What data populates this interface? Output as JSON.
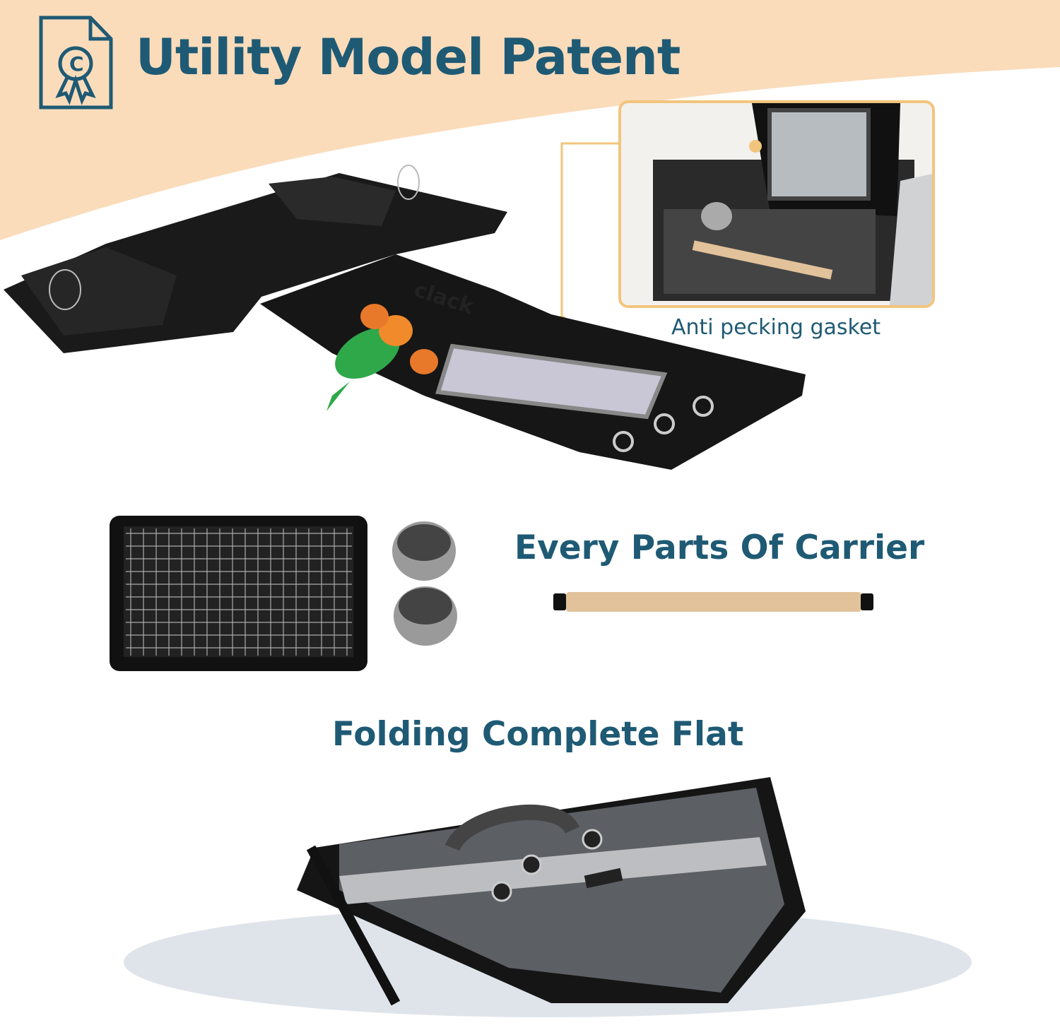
{
  "header": {
    "title": "Utility Model Patent",
    "icon": "patent-certificate-icon"
  },
  "feature_callout": {
    "caption": "Anti pecking gasket"
  },
  "illustration": {
    "sound_text": "clack"
  },
  "parts_section": {
    "title": "Every Parts Of Carrier"
  },
  "folding_section": {
    "title": "Folding Complete Flat"
  },
  "colors": {
    "heading": "#1f5a74",
    "banner": "#fadcbb",
    "accent": "#f2c57d",
    "shadow": "#dfe4ea"
  }
}
